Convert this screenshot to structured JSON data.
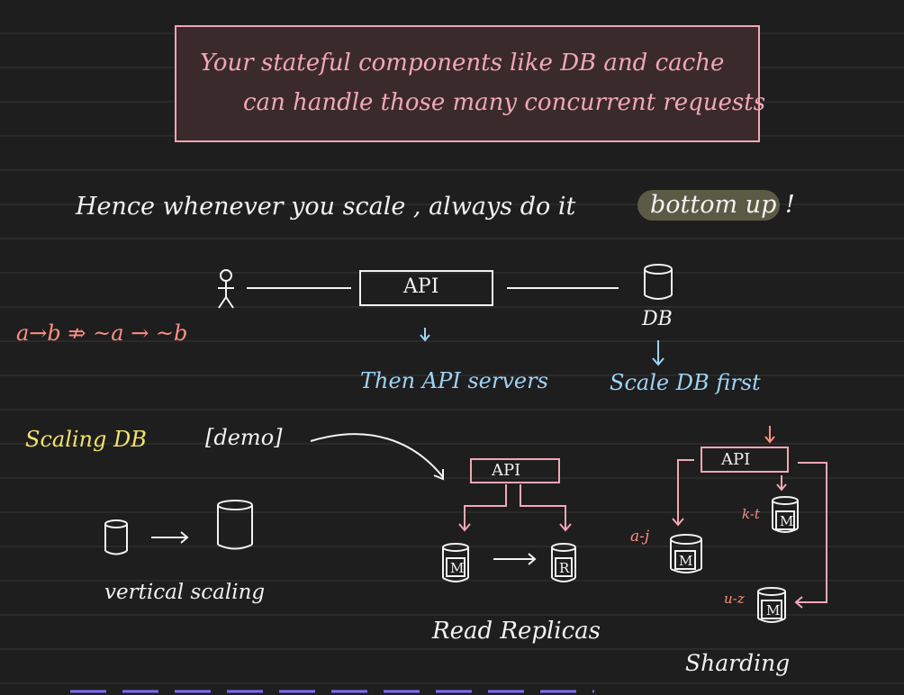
{
  "colors": {
    "background": "#1e1e1e",
    "ink_white": "#f2f2f2",
    "pink": "#f2a7b6",
    "salmon": "#ff8f80",
    "light_blue": "#9fd3f5",
    "yellow": "#f3e36a",
    "highlight": "#5b5a45",
    "blue_tail": "#7b6cff"
  },
  "note_box": {
    "line1": "Your stateful components like DB and cache",
    "line2": "can handle those many concurrent requests"
  },
  "headline": {
    "prefix": "Hence whenever you scale , always do it",
    "highlight": "bottom up",
    "suffix": "!"
  },
  "flow": {
    "api_label": "API",
    "db_label": "DB",
    "api_caption": "Then API servers",
    "db_caption": "Scale DB first",
    "side_note": "a→b ⇏ ~a → ~b"
  },
  "scaling": {
    "title": "Scaling DB",
    "demo": "[demo]",
    "vertical_label": "vertical scaling",
    "replicas": {
      "api_label": "API",
      "master": "M",
      "replica": "R",
      "caption": "Read Replicas"
    },
    "sharding": {
      "api_label": "API",
      "shard1_range": "a-j",
      "shard2_range": "k-t",
      "shard3_range": "u-z",
      "master": "M",
      "caption": "Sharding"
    }
  }
}
